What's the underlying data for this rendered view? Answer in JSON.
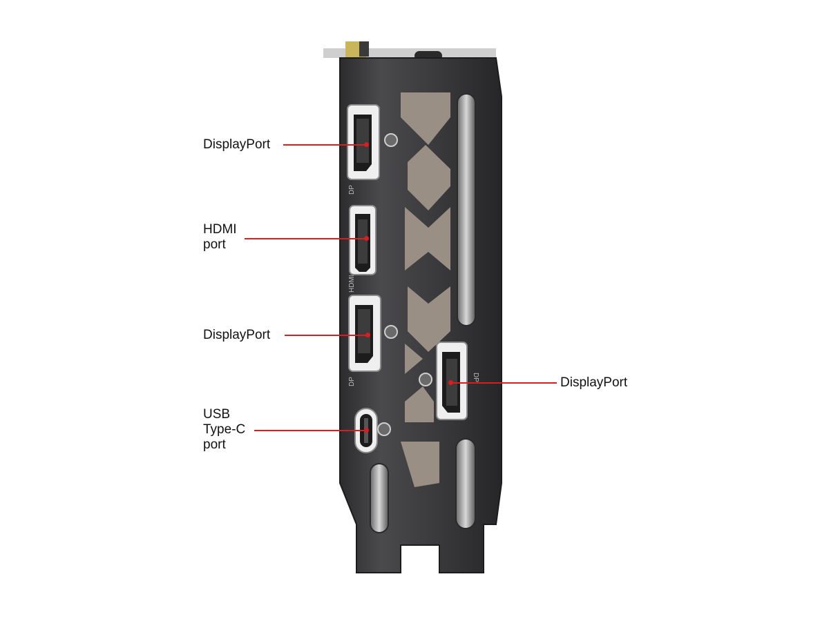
{
  "colors": {
    "leader": "#d81e1e",
    "bracket": "#3b3b3d",
    "bracket_edge": "#1c1c1e",
    "port": "#f1f1f1"
  },
  "bracket": {
    "port_stamps": [
      "DP",
      "HDMI",
      "DP",
      "DP"
    ]
  },
  "callouts": [
    {
      "id": "dp1",
      "lines": [
        "DisplayPort"
      ]
    },
    {
      "id": "hdmi",
      "lines": [
        "HDMI",
        "port"
      ]
    },
    {
      "id": "dp2",
      "lines": [
        "DisplayPort"
      ]
    },
    {
      "id": "usbc",
      "lines": [
        "USB",
        "Type-C",
        "port"
      ]
    },
    {
      "id": "dp3",
      "lines": [
        "DisplayPort"
      ]
    }
  ]
}
